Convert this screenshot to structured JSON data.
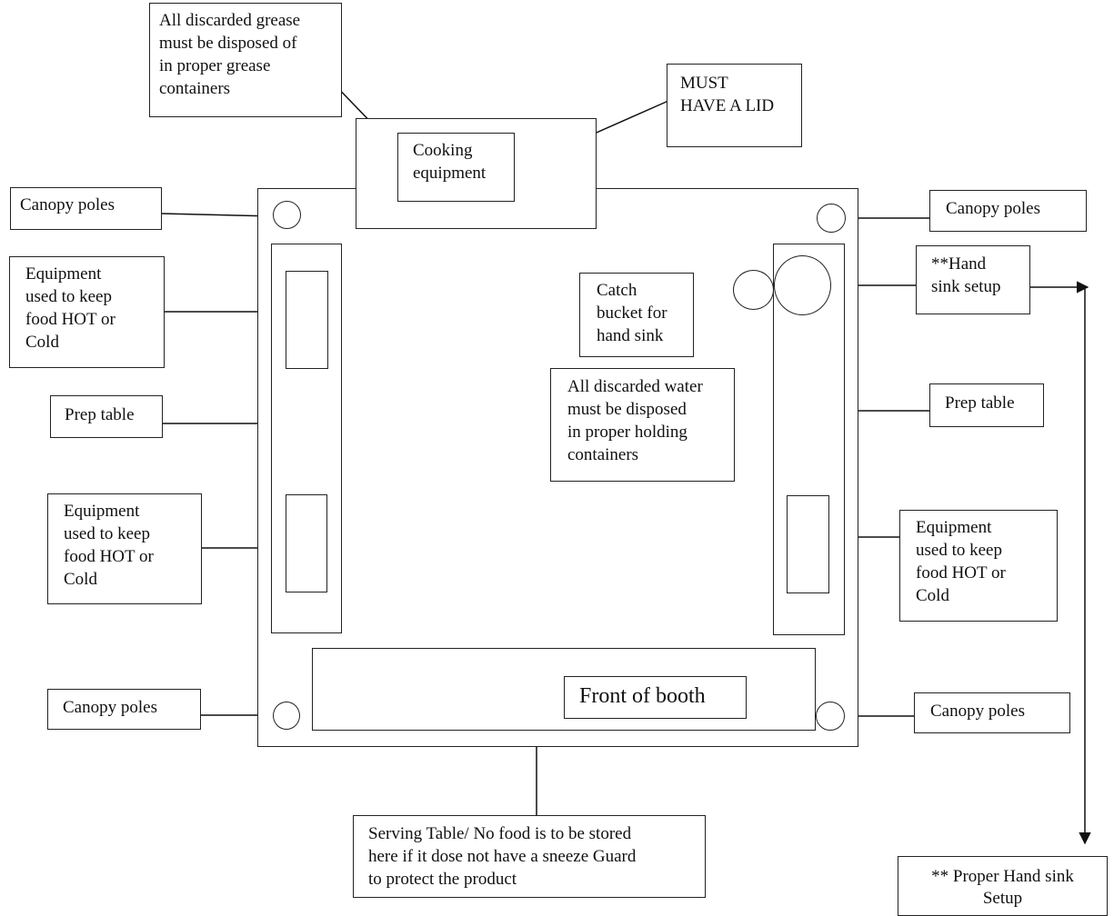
{
  "labels": {
    "grease_note": "All discarded grease\nmust be disposed of\nin proper grease\ncontainers",
    "lid_note": "MUST\nHAVE A LID",
    "cooking_equipment": "Cooking\nequipment",
    "canopy_poles_tl": "Canopy poles",
    "canopy_poles_tr": "Canopy poles",
    "canopy_poles_bl": "Canopy poles",
    "canopy_poles_br": "Canopy poles",
    "equipment_hot_cold_left_top": "Equipment\nused to keep\nfood HOT or\nCold",
    "equipment_hot_cold_left_bottom": "Equipment\nused to keep\nfood HOT or\nCold",
    "equipment_hot_cold_right": "Equipment\nused to keep\nfood HOT or\nCold",
    "prep_table_left": "Prep table",
    "prep_table_right": "Prep table",
    "hand_sink_setup": "**Hand\nsink setup",
    "catch_bucket": "Catch\nbucket for\nhand sink",
    "water_note": "All discarded water\nmust be disposed\nin proper holding\ncontainers",
    "front_of_booth": "Front of booth",
    "serving_table_note": "Serving Table/ No food is to be stored\nhere if it dose not have a sneeze Guard\nto protect the product",
    "proper_hand_sink": "** Proper Hand sink\nSetup"
  }
}
